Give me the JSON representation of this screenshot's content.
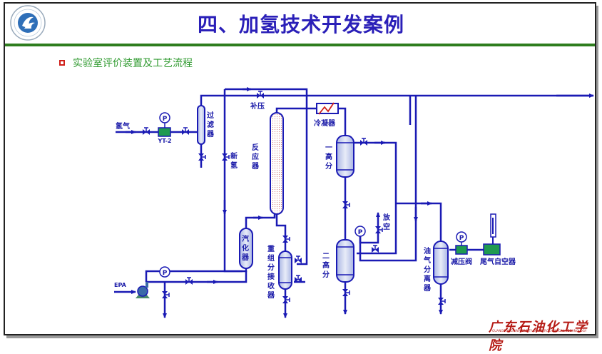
{
  "header": {
    "title": "四、加氢技术开发案例",
    "logo": "university-logo-icon"
  },
  "section": {
    "bullet_icon": "square-bullet-icon",
    "subtitle": "实验室评价装置及工艺流程"
  },
  "diagram": {
    "labels": {
      "hydrogen": "氢气",
      "yt2": "YT-2",
      "filter": [
        "过",
        "滤",
        "器"
      ],
      "new_hydrogen": [
        "新",
        "氢"
      ],
      "make_up_pressure": "补压",
      "reactor": [
        "反",
        "应",
        "器"
      ],
      "condenser": "冷凝器",
      "hp_separator_1": [
        "一",
        "高",
        "分"
      ],
      "hp_separator_2": [
        "二",
        "高",
        "分"
      ],
      "vent": [
        "放",
        "空"
      ],
      "vaporizer": [
        "汽",
        "化",
        "器"
      ],
      "heavy_receiver": [
        "重",
        "组",
        "分",
        "接",
        "收",
        "器"
      ],
      "oil_gas_separator": [
        "油",
        "气",
        "分",
        "离",
        "器"
      ],
      "pressure_reducer": "减压阀",
      "tail_gas": "尾气自空器",
      "epa": "EPA",
      "gauge_symbol": "P"
    },
    "colors": {
      "pipe": "#1a1ab4",
      "vessel_fill": "#c8d0ee",
      "meter": "#1f9a50",
      "condenser_coil": "#d0201a"
    }
  },
  "footer": {
    "school_cn": "广东石油化工学院",
    "school_en": "GUANGDONG UNIVERSITY OF PETROCHEMICAL TECHNOLOGY"
  }
}
